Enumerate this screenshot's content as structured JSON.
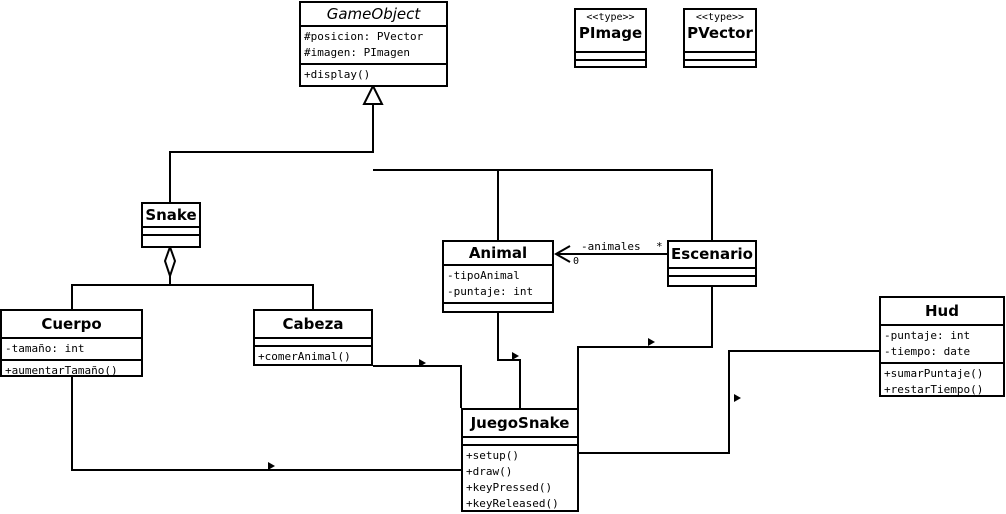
{
  "classes": {
    "gameobject": {
      "name": "GameObject",
      "attributes": [
        "#posicion: PVector",
        "#imagen: PImagen"
      ],
      "methods": [
        "+display()"
      ]
    },
    "pimage": {
      "stereotype": "<<type>>",
      "name": "PImage"
    },
    "pvector": {
      "stereotype": "<<type>>",
      "name": "PVector"
    },
    "snake": {
      "name": "Snake"
    },
    "animal": {
      "name": "Animal",
      "attributes": [
        "-tipoAnimal",
        "-puntaje: int"
      ]
    },
    "escenario": {
      "name": "Escenario"
    },
    "cuerpo": {
      "name": "Cuerpo",
      "attributes": [
        "-tamaño: int"
      ],
      "methods": [
        "+aumentarTamaño()"
      ]
    },
    "cabeza": {
      "name": "Cabeza",
      "methods": [
        "+comerAnimal()"
      ]
    },
    "juegosnake": {
      "name": "JuegoSnake",
      "methods": [
        "+setup()",
        "+draw()",
        "+keyPressed()",
        "+keyReleased()"
      ]
    },
    "hud": {
      "name": "Hud",
      "attributes": [
        "-puntaje: int",
        "-tiempo: date"
      ],
      "methods": [
        "+sumarPuntaje()",
        "+restarTiempo()"
      ]
    }
  },
  "association_labels": {
    "animales_role": "-animales",
    "animales_mult_source": "*",
    "animales_mult_target": "0"
  },
  "colors": {
    "stroke": "#000000",
    "fill": "#ffffff"
  }
}
